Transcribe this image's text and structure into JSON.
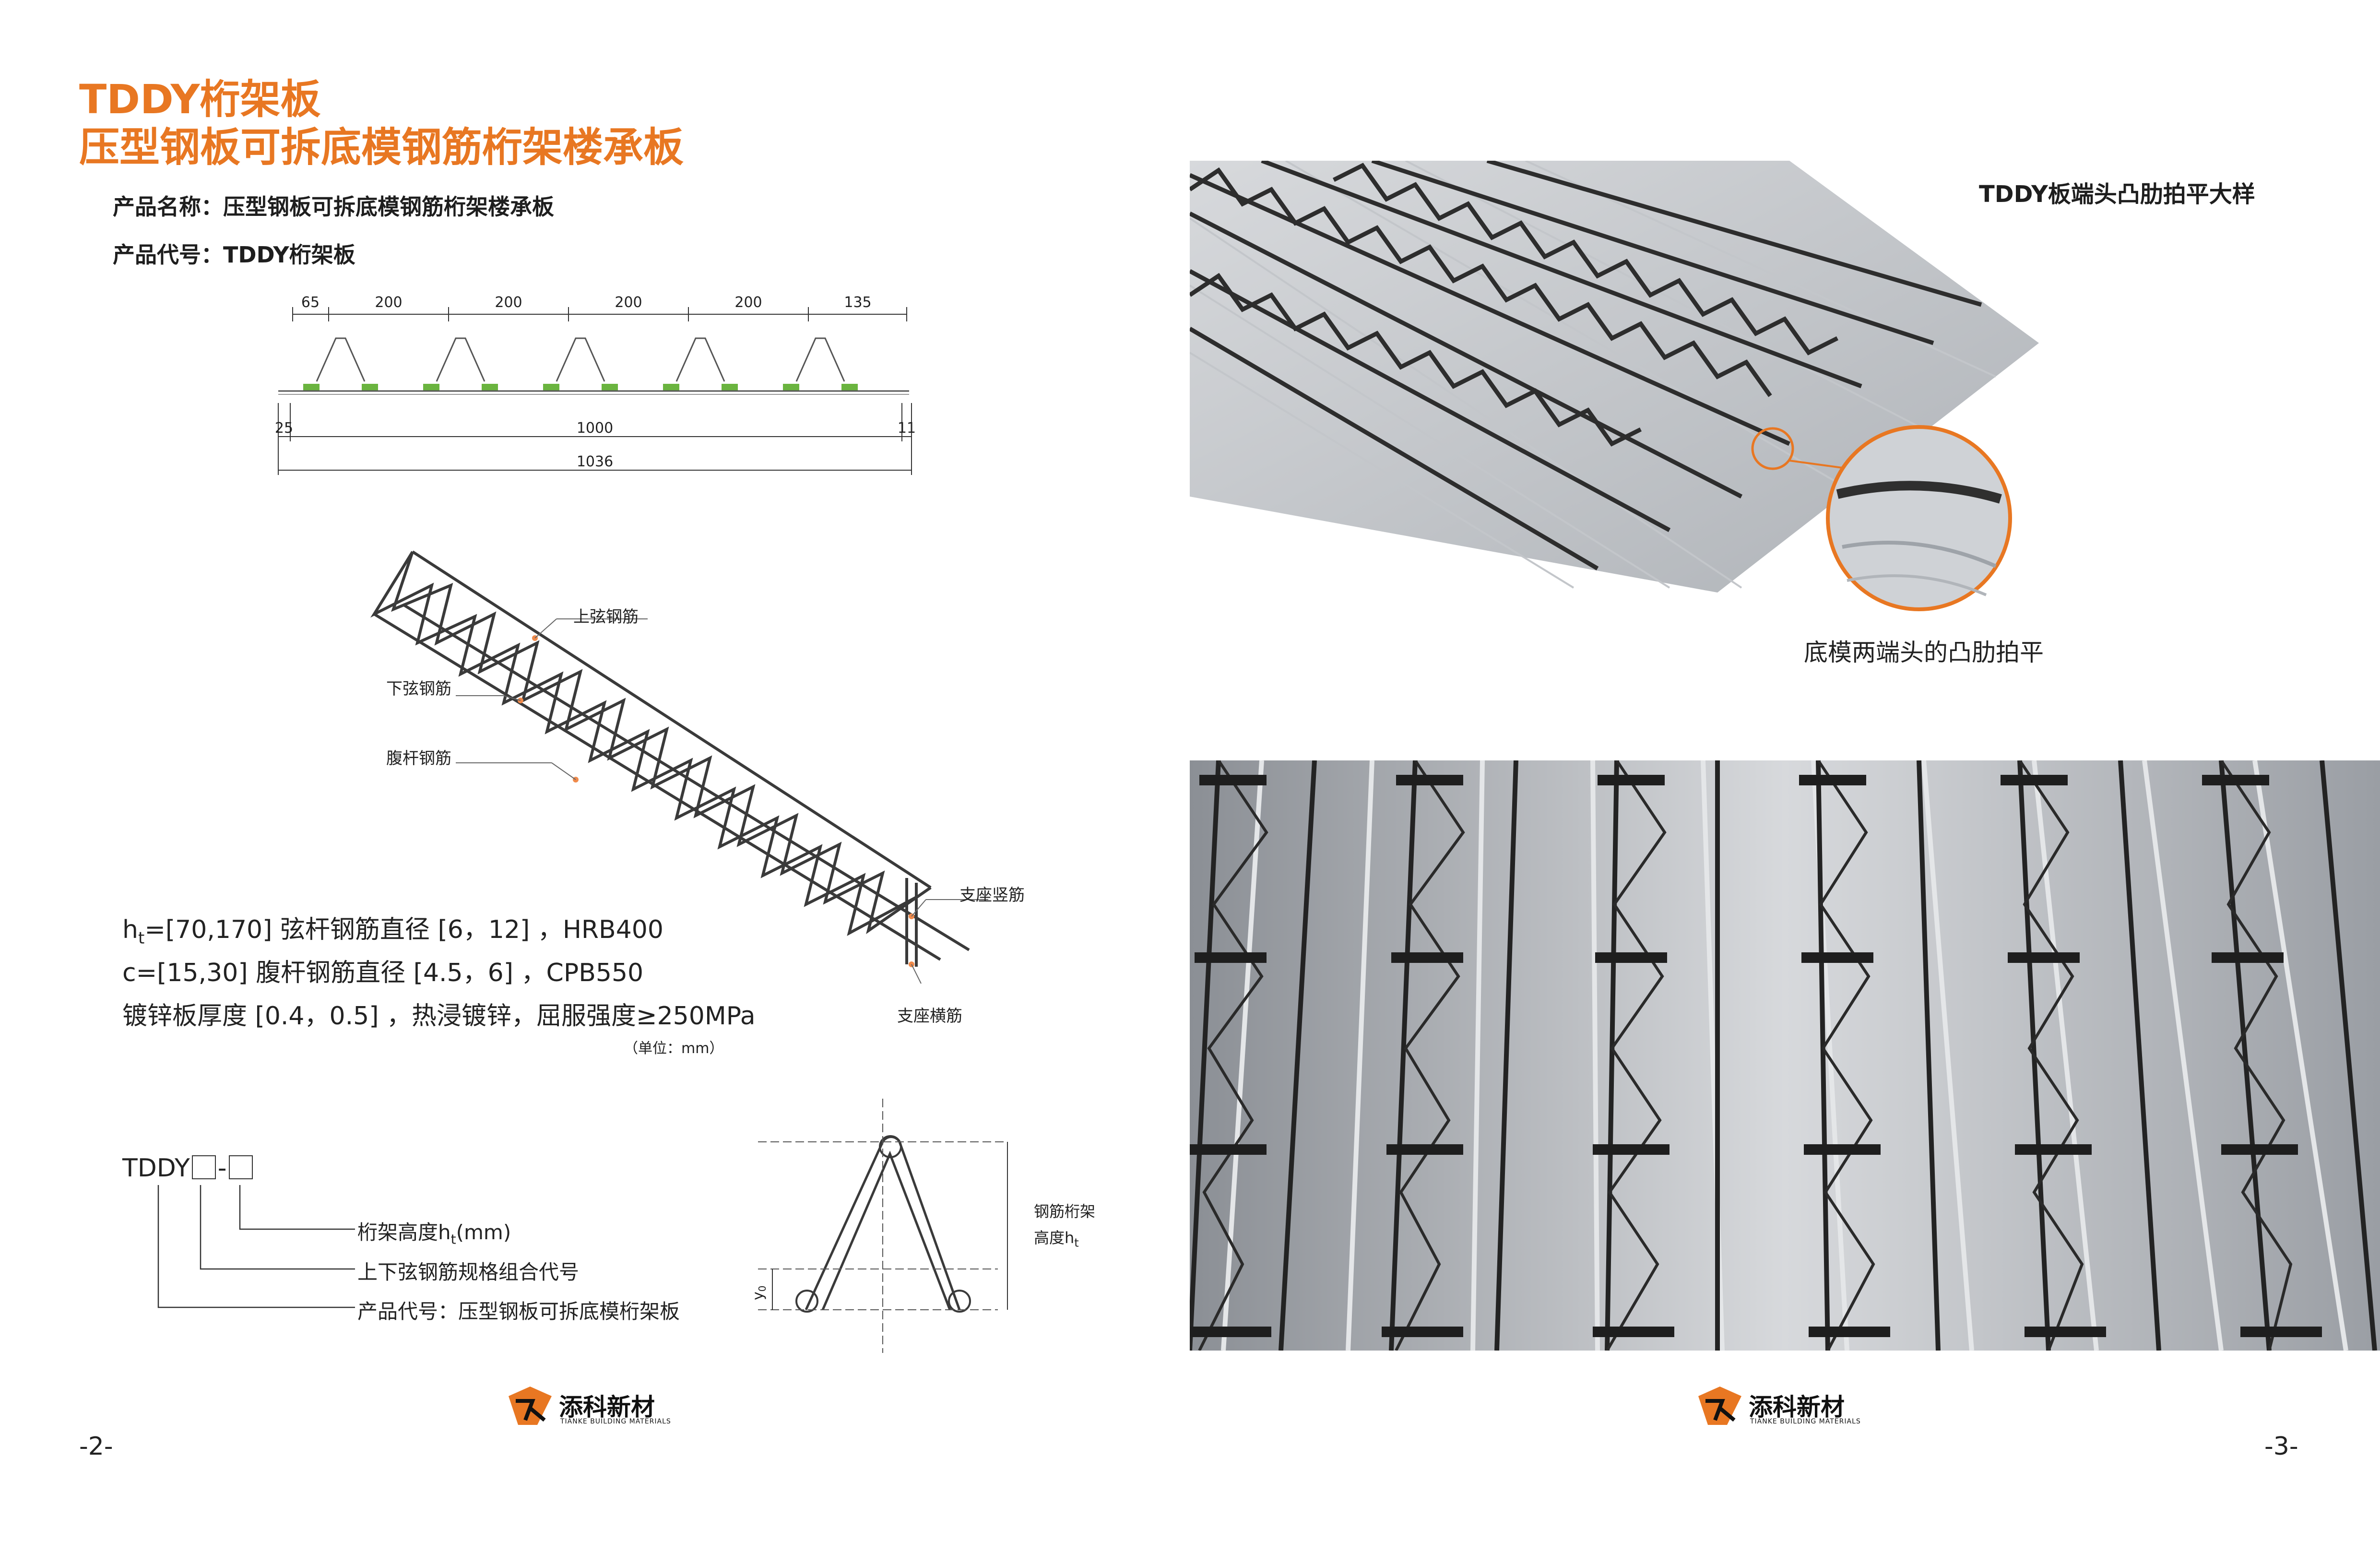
{
  "header": {
    "title_line1": "TDDY桁架板",
    "title_line2": "压型钢板可拆底模钢筋桁架楼承板"
  },
  "product": {
    "name_label": "产品名称：",
    "name_value": "压型钢板可拆底模钢筋桁架楼承板",
    "code_label": "产品代号：",
    "code_value": "TDDY桁架板"
  },
  "section_drawing": {
    "top_dims": [
      "65",
      "200",
      "200",
      "200",
      "200",
      "135"
    ],
    "left_offset": "25",
    "mid_span": "1000",
    "right_offset": "11",
    "total": "1036"
  },
  "truss_labels": {
    "top_chord": "上弦钢筋",
    "bottom_chord": "下弦钢筋",
    "web": "腹杆钢筋",
    "support_vertical": "支座竖筋",
    "support_horizontal": "支座横筋"
  },
  "specs": {
    "line1_prefix": "h",
    "line1_sub": "t",
    "line1_rest": "=[70,170]   弦杆钢筋直径 [6，12]  ，HRB400",
    "line2": "c=[15,30]      腹杆钢筋直径 [4.5，6]  ，CPB550",
    "line3": "镀锌板厚度 [0.4，0.5] ，热浸镀锌，屈服强度≥250MPa",
    "unit": "（单位：mm）"
  },
  "naming": {
    "code": "TDDY",
    "dash": "-",
    "item1_a": "桁架高度h",
    "item1_sub": "t",
    "item1_b": "(mm)",
    "item2": "上下弦钢筋规格组合代号",
    "item3": "产品代号：压型钢板可拆底模桁架板"
  },
  "profile_diagram": {
    "label_line1": "钢筋桁架",
    "label_line2_a": "高度h",
    "label_line2_sub": "t",
    "y0_main": "y",
    "y0_sub": "0"
  },
  "right_page": {
    "detail_title": "TDDY板端头凸肋拍平大样",
    "detail_caption": "底模两端头的凸肋拍平"
  },
  "logo": {
    "name": "添科新材",
    "subtitle": "TIANKE BUILDING MATERIALS"
  },
  "pages": {
    "left": "-2-",
    "right": "-3-"
  },
  "colors": {
    "accent": "#e87722",
    "text": "#222222",
    "green_clip": "#6ab43f",
    "steel": "#3a3a3a"
  }
}
